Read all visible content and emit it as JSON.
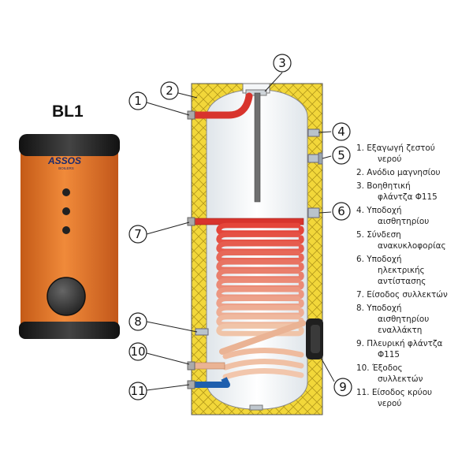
{
  "product": {
    "model": "BL1",
    "brand_logo": "ASSOS",
    "brand_sub": "BOILERS"
  },
  "colors": {
    "tank_orange": "#ea7a2c",
    "cap_black": "#1f1f1f",
    "insulation": "#f0d434",
    "inner_shell": "#e9eef3",
    "hot_pipe": "#d8342d",
    "cold_pipe": "#1f5fae",
    "coil_top": "#e4453a",
    "coil_bottom": "#f0c4a8"
  },
  "callouts": [
    "1",
    "2",
    "3",
    "4",
    "5",
    "6",
    "7",
    "8",
    "9",
    "10",
    "11"
  ],
  "legend": [
    {
      "num": "1.",
      "lines": [
        "Εξαγωγή ζεστού",
        "νερού"
      ]
    },
    {
      "num": "2.",
      "lines": [
        "Ανόδιο μαγνησίου"
      ]
    },
    {
      "num": "3.",
      "lines": [
        "Βοηθητική",
        "φλάντζα Φ115"
      ]
    },
    {
      "num": "4.",
      "lines": [
        "Υποδοχή",
        "αισθητηρίου"
      ]
    },
    {
      "num": "5.",
      "lines": [
        "Σύνδεση",
        "ανακυκλοφορίας"
      ]
    },
    {
      "num": "6.",
      "lines": [
        "Υποδοχή",
        "ηλεκτρικής",
        "αντίστασης"
      ]
    },
    {
      "num": "7.",
      "lines": [
        "Είσοδος συλλεκτών"
      ]
    },
    {
      "num": "8.",
      "lines": [
        "Υποδοχή",
        "αισθητηρίου",
        "εναλλάκτη"
      ]
    },
    {
      "num": "9.",
      "lines": [
        "Πλευρική φλάντζα",
        "Φ115"
      ]
    },
    {
      "num": "10.",
      "lines": [
        "Έξοδος",
        "συλλεκτών"
      ]
    },
    {
      "num": "11.",
      "lines": [
        "Είσοδος κρύου",
        "νερού"
      ]
    }
  ]
}
